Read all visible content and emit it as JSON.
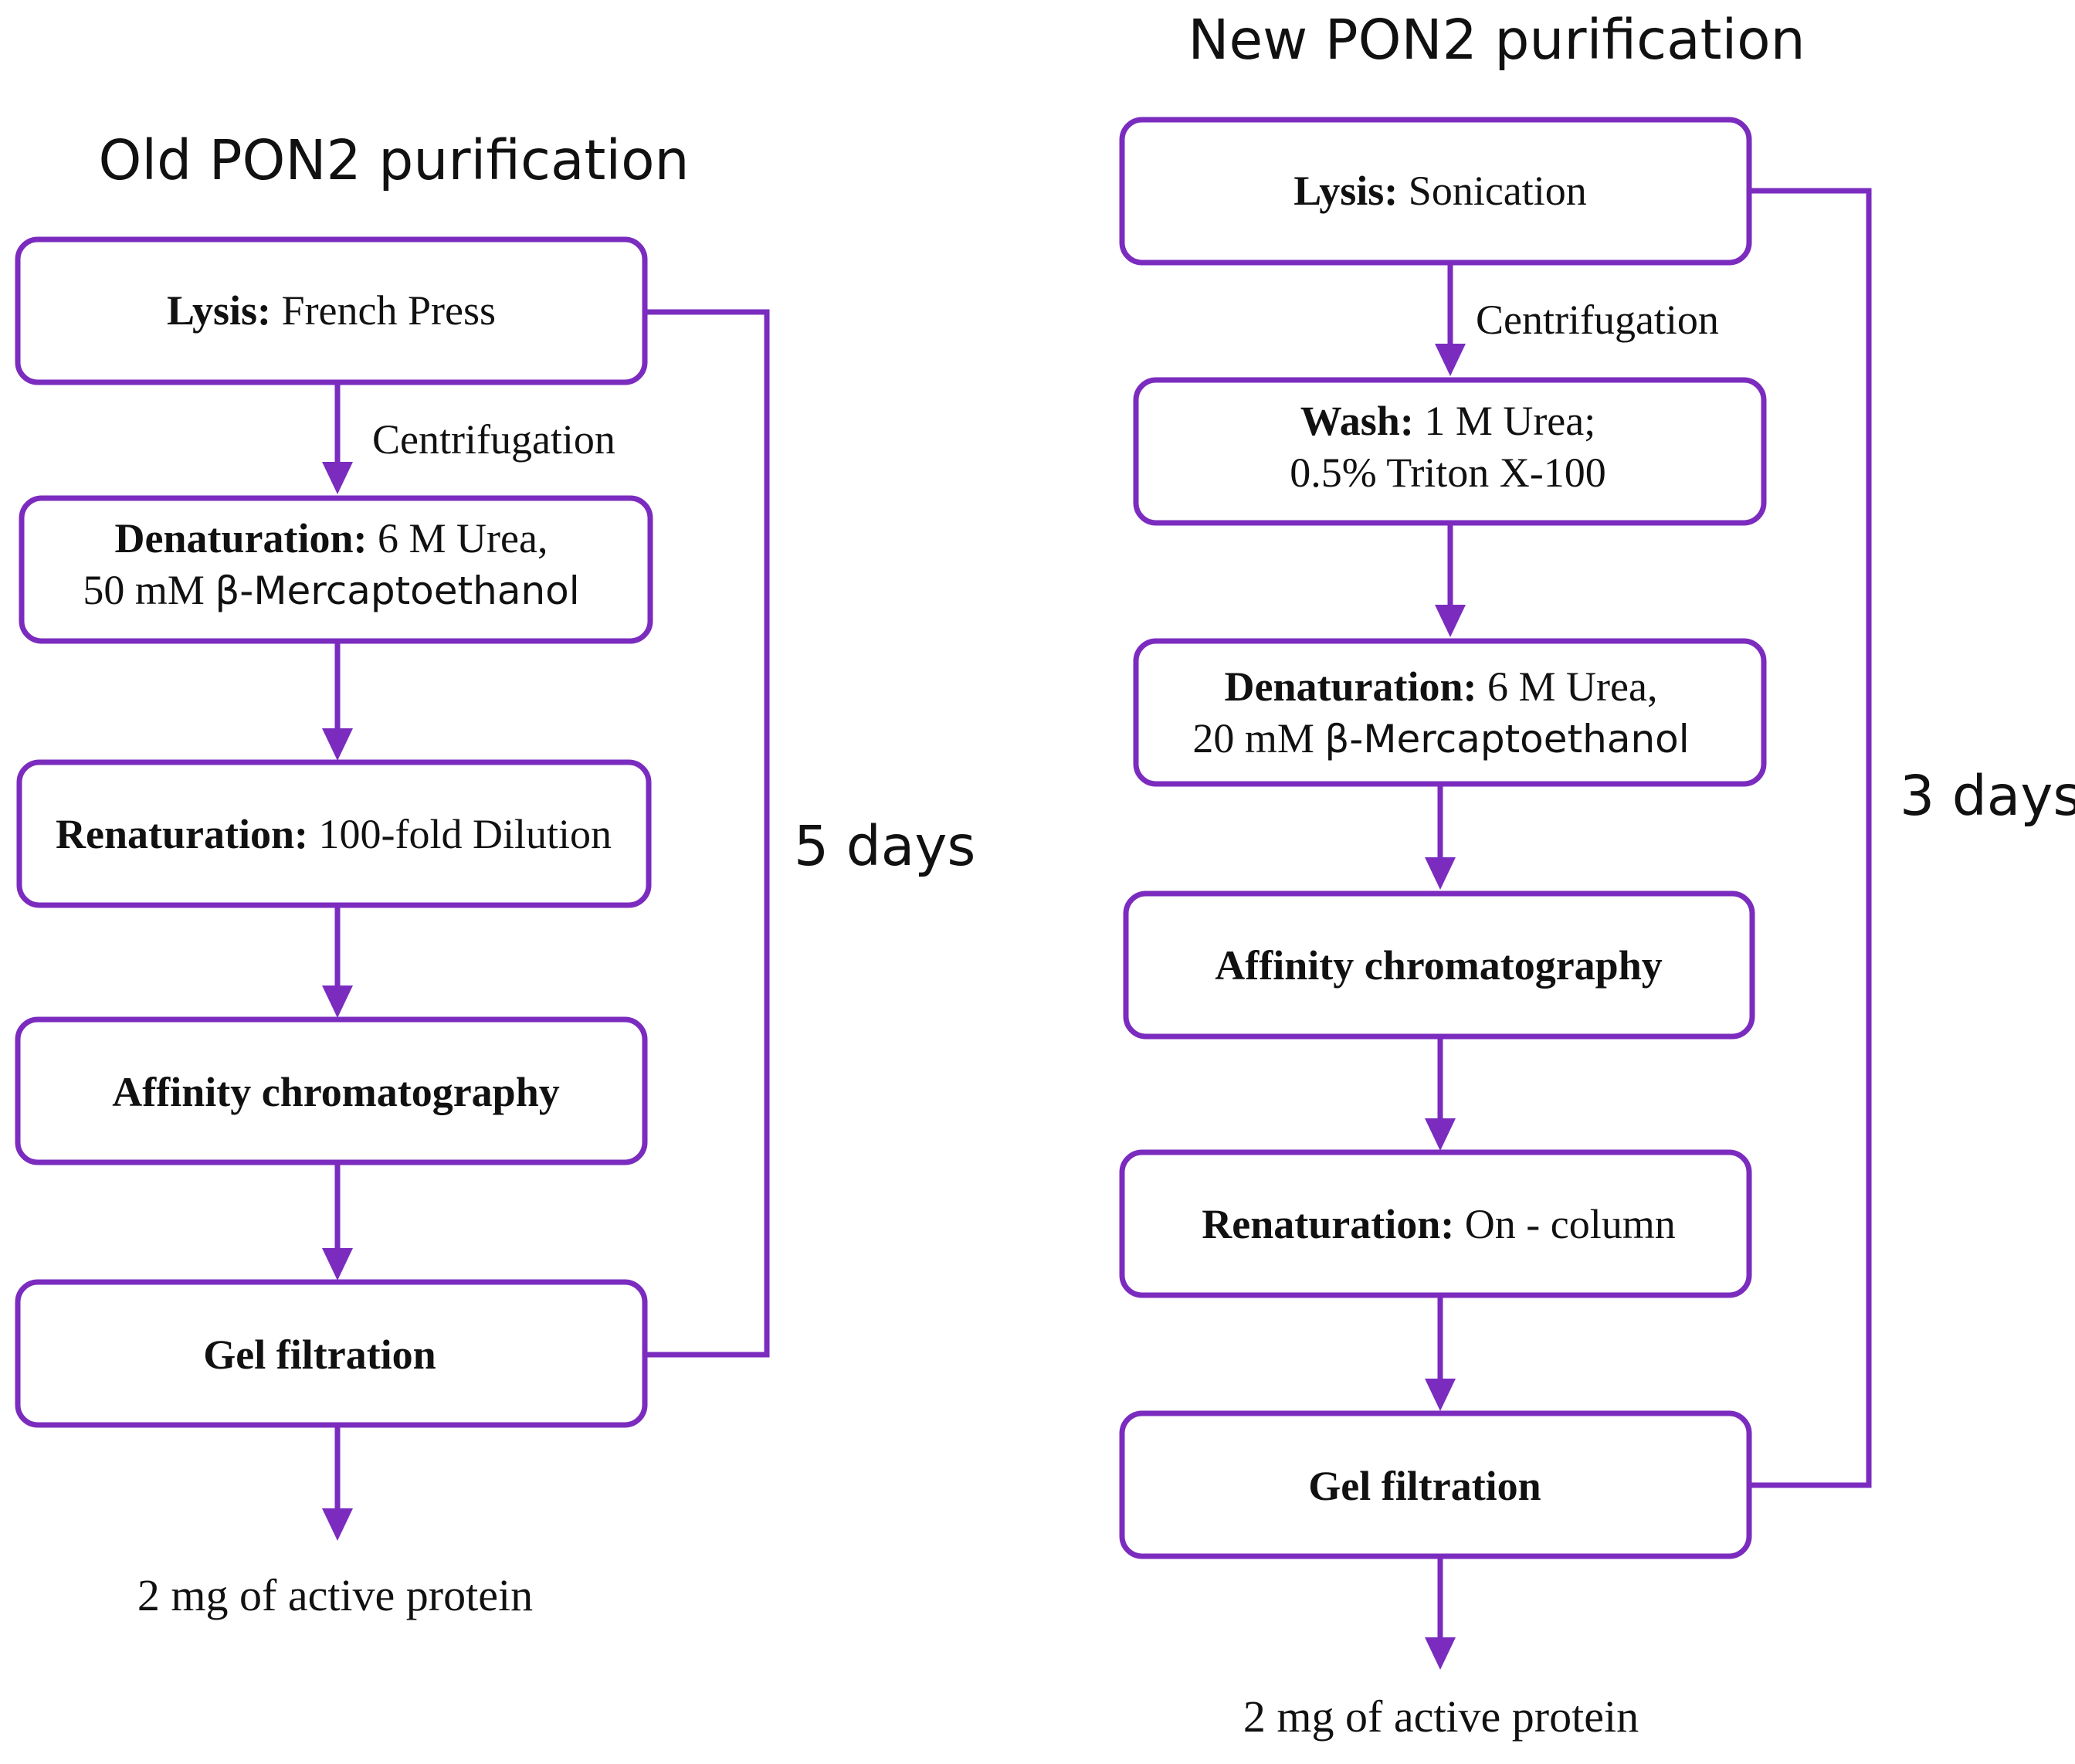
{
  "old": {
    "title": "Old PON2 purification",
    "lysis_label": "Lysis:",
    "lysis_value": " French Press",
    "centrifugation": "Centrifugation",
    "denaturation_label": "Denaturation:",
    "denaturation_value": " 6 M Urea,",
    "denaturation_line2_a": "50 mM ",
    "denaturation_line2_b": "β-Mercaptoethanol",
    "renaturation_label": "Renaturation:",
    "renaturation_value": "  100-fold Dilution",
    "affinity": "Affinity chromatography",
    "gel": "Gel filtration",
    "result": "2 mg of active protein",
    "duration": "5 days"
  },
  "new": {
    "title": "New PON2 purification",
    "lysis_label": "Lysis:",
    "lysis_value": " Sonication",
    "centrifugation": "Centrifugation",
    "wash_label": "Wash:",
    "wash_value": "  1 M Urea;",
    "wash_line2": "0.5% Triton X-100",
    "denaturation_label": "Denaturation:",
    "denaturation_value": " 6 M Urea,",
    "denaturation_line2_a": "20 mM ",
    "denaturation_line2_b": "β-Mercaptoethanol",
    "affinity": "Affinity chromatography",
    "renaturation_label": "Renaturation:",
    "renaturation_value": " On - column",
    "gel": "Gel filtration",
    "result": "2 mg of active protein",
    "duration": "3 days"
  },
  "colors": {
    "accent": "#7b2cbf",
    "text": "#111111"
  }
}
